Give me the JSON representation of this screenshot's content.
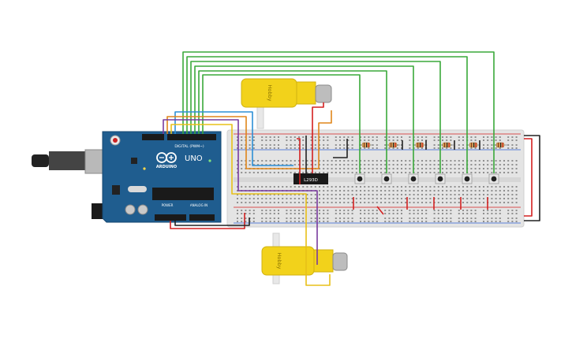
{
  "arduino": {
    "brand": "ARDUINO",
    "model": "UNO",
    "digital_label": "DIGITAL (PWM~)",
    "power_label": "POWER",
    "analog_label": "ANALOG IN"
  },
  "driver_chip": {
    "label": "L293D"
  },
  "motors": [
    {
      "label": "Hobby"
    },
    {
      "label": "Hobby"
    }
  ],
  "buttons_count": 6,
  "resistors_count": 6,
  "colors": {
    "board": "#1f5d8f",
    "breadboard": "#e6e6e6",
    "motor": "#f2d21b",
    "wire_green": "#3aa93a",
    "wire_red": "#d32020",
    "wire_black": "#222222",
    "wire_yellow": "#e8c018",
    "wire_blue": "#2d8fd6",
    "wire_orange": "#e0861a",
    "wire_purple": "#7a3b9e"
  }
}
